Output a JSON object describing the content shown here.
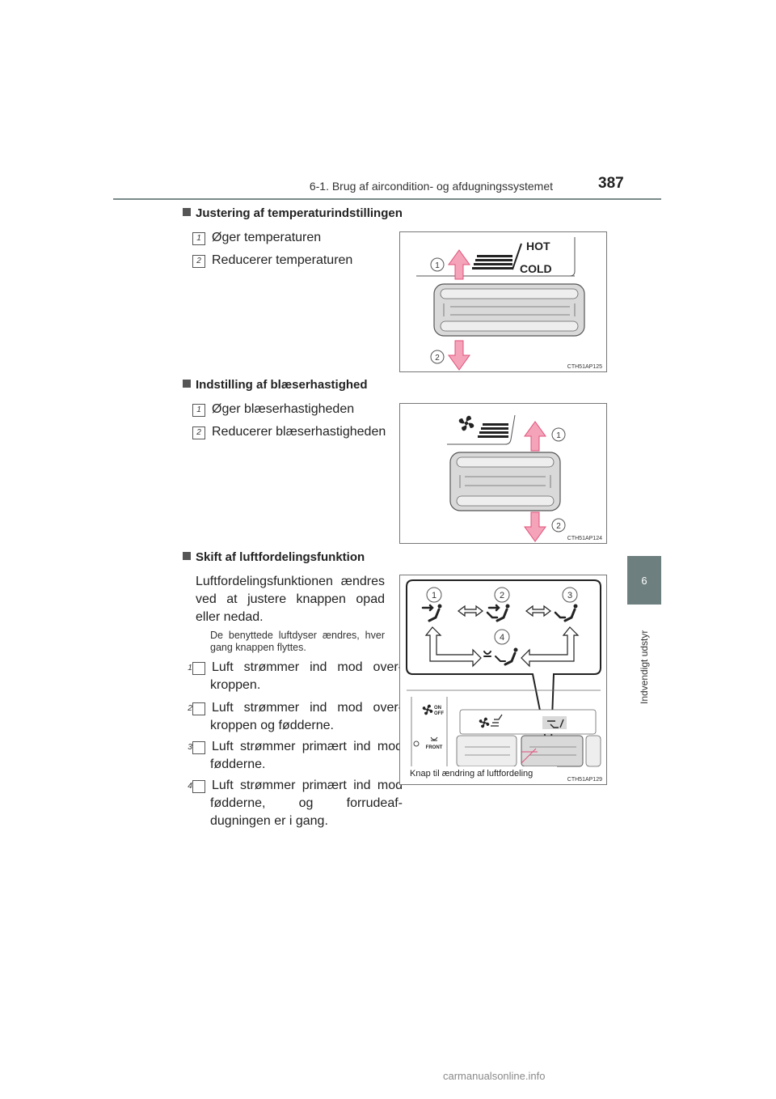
{
  "header": {
    "section_title": "6-1. Brug af aircondition- og afdugningssystemet",
    "page_number": "387"
  },
  "side_tab": {
    "chapter": "6",
    "label": "Indvendigt udstyr"
  },
  "sections": {
    "temp": {
      "heading": "Justering af temperaturindstillingen",
      "items": [
        {
          "num": "1",
          "text": "Øger temperaturen"
        },
        {
          "num": "2",
          "text": "Reducerer temperaturen"
        }
      ],
      "figure": {
        "code": "CTH51AP125",
        "hot": "HOT",
        "cold": "COLD",
        "marker1": "1",
        "marker2": "2"
      }
    },
    "fan": {
      "heading": "Indstilling af blæserhastighed",
      "items": [
        {
          "num": "1",
          "text": "Øger blæserhastigheden"
        },
        {
          "num": "2",
          "text": "Reducerer blæserhastigheden"
        }
      ],
      "figure": {
        "code": "CTH51AP124",
        "marker1": "1",
        "marker2": "2"
      }
    },
    "dist": {
      "heading": "Skift af luftfordelingsfunktion",
      "intro": "Luftfordelingsfunktionen ændres ved at justere knappen opad eller nedad.",
      "note": "De benyttede luftdyser ændres, hver gang knappen flyttes.",
      "items": [
        {
          "num": "1",
          "text": "Luft strømmer ind mod over-kroppen."
        },
        {
          "num": "2",
          "text": "Luft strømmer ind mod over-kroppen og fødderne."
        },
        {
          "num": "3",
          "text": "Luft strømmer primært ind mod fødderne."
        },
        {
          "num": "4",
          "text": "Luft strømmer primært ind mod fødderne, og forrudeaf-dugningen er i gang."
        }
      ],
      "figure": {
        "code": "CTH51AP129",
        "caption": "Knap til ændring af luftfordeling",
        "markers": [
          "1",
          "2",
          "3",
          "4"
        ],
        "on_label": "ON",
        "off_label": "OFF",
        "front_label": "FRONT"
      }
    }
  },
  "colors": {
    "arrow_fill": "#f4a3b9",
    "arrow_stroke": "#e0507a",
    "panel_gray": "#d9d9d9",
    "tab_gray": "#6e7f7f"
  },
  "watermark": "carmanualsonline.info"
}
